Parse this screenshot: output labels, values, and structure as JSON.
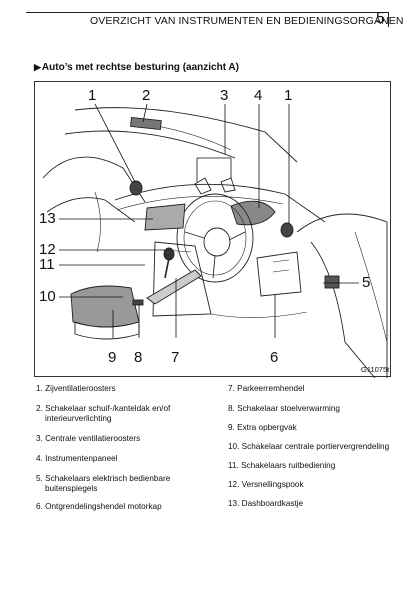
{
  "header": {
    "title": "OVERZICHT VAN INSTRUMENTEN EN BEDIENINGSORGANEN",
    "page_number": "5"
  },
  "section": {
    "marker": "▶",
    "title": "Auto’s met rechtse besturing (aanzicht A)"
  },
  "figure": {
    "code": "G11075t",
    "callouts": [
      "1",
      "2",
      "3",
      "4",
      "1",
      "13",
      "12",
      "11",
      "10",
      "5",
      "9",
      "8",
      "7",
      "6"
    ]
  },
  "legend_left": [
    {
      "num": "1.",
      "text": "Zijventilatieroosters"
    },
    {
      "num": "2.",
      "text": "Schakelaar schuif-/kanteldak en/of",
      "text2": "interieurverlichting"
    },
    {
      "num": "3.",
      "text": "Centrale ventilatieroosters"
    },
    {
      "num": "4.",
      "text": "Instrumentenpaneel"
    },
    {
      "num": "5.",
      "text": "Schakelaars elektrisch bedienbare",
      "text2": " buitenspiegels"
    },
    {
      "num": "6.",
      "text": "Ontgrendelingshendel motorkap"
    }
  ],
  "legend_right": [
    {
      "num": "7.",
      "text": "Parkeerremhendel"
    },
    {
      "num": "8.",
      "text": "Schakelaar stoelverwarming"
    },
    {
      "num": "9.",
      "text": "Extra opbergvak"
    },
    {
      "num": "10.",
      "text": "Schakelaar centrale portiervergrendeling"
    },
    {
      "num": "11.",
      "text": "Schakelaars ruitbediening"
    },
    {
      "num": "12.",
      "text": "Versnellingspook"
    },
    {
      "num": "13.",
      "text": "Dashboardkastje"
    }
  ]
}
